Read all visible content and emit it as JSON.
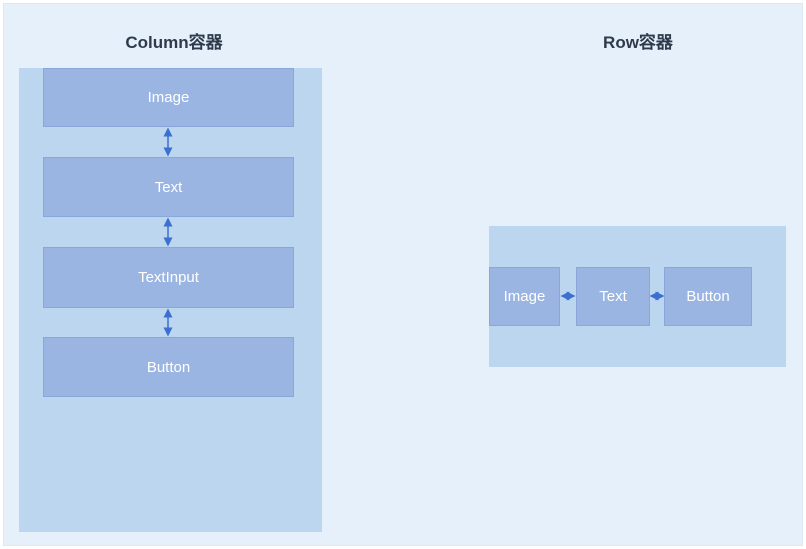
{
  "column": {
    "title": "Column容器",
    "items": [
      "Image",
      "Text",
      "TextInput",
      "Button"
    ]
  },
  "row": {
    "title": "Row容器",
    "items": [
      "Image",
      "Text",
      "Button"
    ]
  },
  "colors": {
    "background": "#e5f0fb",
    "container": "#bbd6ee",
    "box": "#9bb5e2",
    "arrow": "#3b6fd0"
  }
}
